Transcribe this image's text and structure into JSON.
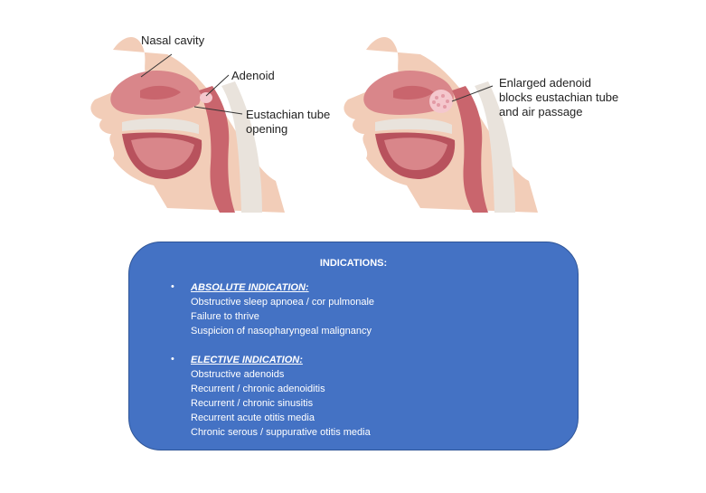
{
  "diagram": {
    "labels": {
      "nasal_cavity": "Nasal cavity",
      "adenoid": "Adenoid",
      "eustachian": "Eustachian tube opening",
      "enlarged": "Enlarged adenoid blocks eustachian tube and air passage"
    },
    "colors": {
      "skin": "#f2cdb8",
      "tissue": "#d9868a",
      "dark_tissue": "#b8525d",
      "cavity": "#c9656d",
      "bone": "#e9e3dc",
      "adenoid": "#f4c7cd",
      "leader": "#333333"
    }
  },
  "panel": {
    "title": "INDICATIONS:",
    "bg": "#4472c4",
    "sections": [
      {
        "heading": "ABSOLUTE INDICATION:",
        "items": [
          "Obstructive sleep apnoea / cor pulmonale",
          "Failure to thrive",
          "Suspicion of nasopharyngeal malignancy"
        ]
      },
      {
        "heading": "ELECTIVE INDICATION:",
        "items": [
          "Obstructive adenoids",
          "Recurrent / chronic adenoiditis",
          "Recurrent / chronic sinusitis",
          "Recurrent acute otitis media",
          "Chronic serous / suppurative otitis media"
        ]
      }
    ]
  }
}
